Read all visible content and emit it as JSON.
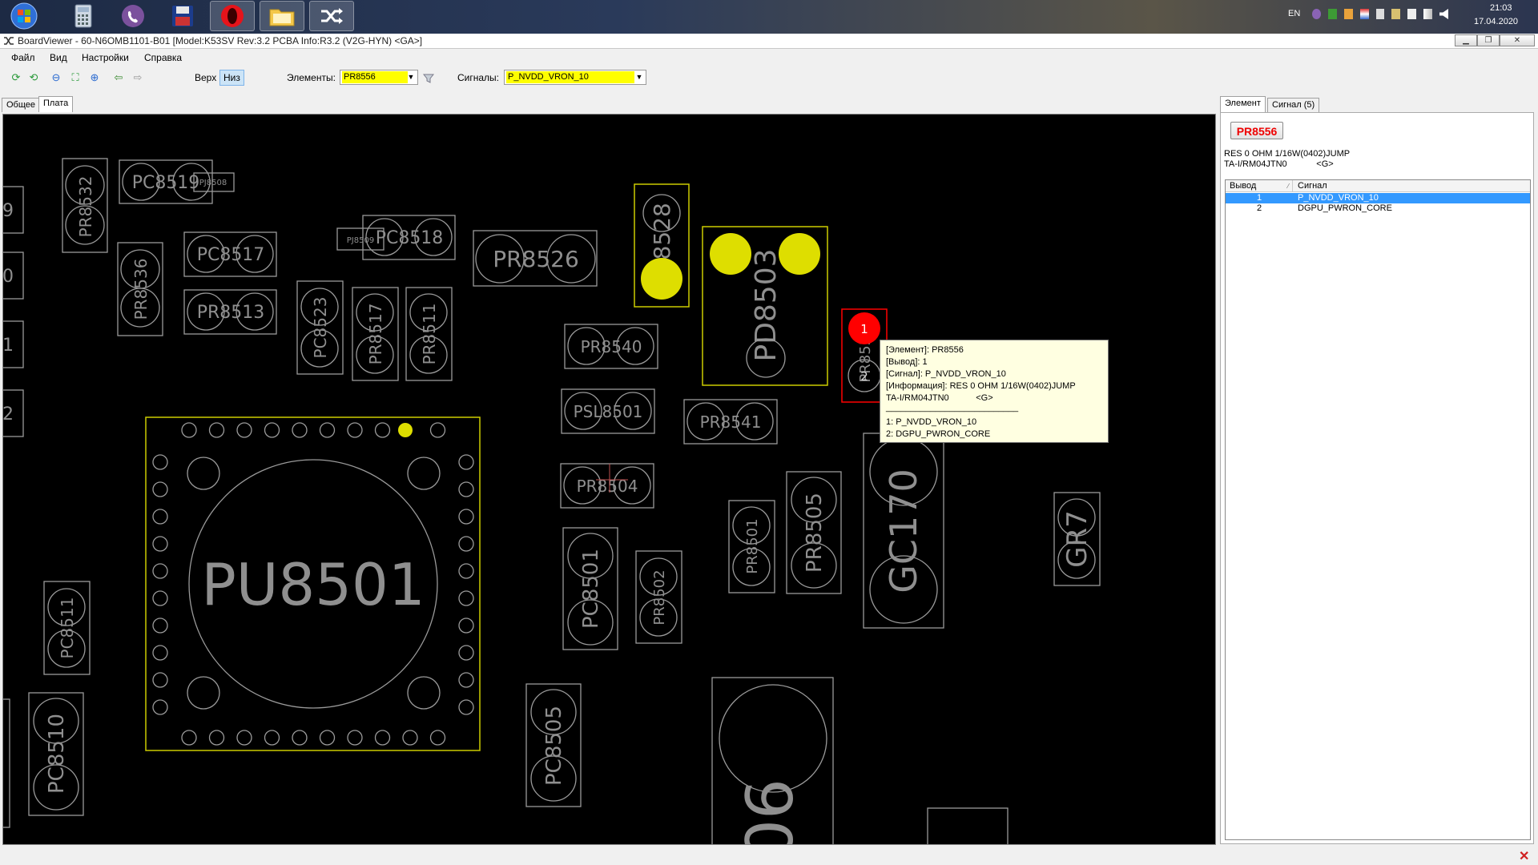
{
  "taskbar": {
    "lang": "EN",
    "time": "21:03",
    "date": "17.04.2020"
  },
  "window": {
    "title": "BoardViewer - 60-N6OMB1101-B01 [Model:K53SV Rev:3.2 PCBA Info:R3.2 (V2G-HYN) <GA>]"
  },
  "menu": {
    "file": "Файл",
    "view": "Вид",
    "settings": "Настройки",
    "help": "Справка"
  },
  "toolbar": {
    "top": "Верх",
    "bottom": "Низ",
    "elements_label": "Элементы:",
    "elements_value": "PR8556",
    "signals_label": "Сигналы:",
    "signals_value": "P_NVDD_VRON_10"
  },
  "tabs": {
    "general": "Общее",
    "board": "Плата",
    "element": "Элемент",
    "signal": "Сигнал (5)"
  },
  "board": {
    "components": [
      {
        "label": "PU8501"
      },
      {
        "label": "PC8519"
      },
      {
        "label": "PR8532"
      },
      {
        "label": "PC8517"
      },
      {
        "label": "PR8513"
      },
      {
        "label": "PR8536"
      },
      {
        "label": "PC8518"
      },
      {
        "label": "PC8523"
      },
      {
        "label": "PR8517"
      },
      {
        "label": "PR8511"
      },
      {
        "label": "PR8526"
      },
      {
        "label": "PC8528"
      },
      {
        "label": "PD8503"
      },
      {
        "label": "PR8556"
      },
      {
        "label": "PR8540"
      },
      {
        "label": "PSL8501"
      },
      {
        "label": "PR8541"
      },
      {
        "label": "PR8504"
      },
      {
        "label": "PC8501"
      },
      {
        "label": "PR8502"
      },
      {
        "label": "PR8501"
      },
      {
        "label": "PR8505"
      },
      {
        "label": "GC170"
      },
      {
        "label": "GR7"
      },
      {
        "label": "PC8511"
      },
      {
        "label": "PC8510"
      },
      {
        "label": "PC8505"
      },
      {
        "label": "06"
      },
      {
        "label": "PJ8508"
      },
      {
        "label": "PJ8509"
      },
      {
        "label": "9"
      },
      {
        "label": "0"
      },
      {
        "label": "1"
      },
      {
        "label": "2"
      }
    ],
    "pin_label_1": "1",
    "pin_label_2": "2"
  },
  "tooltip": {
    "element": "[Элемент]: PR8556",
    "pin": "[Вывод]: 1",
    "signal": "[Сигнал]: P_NVDD_VRON_10",
    "info1": "[Информация]: RES 0 OHM 1/16W(0402)JUMP",
    "info2": "TA-I/RM04JTN0           <G>",
    "divider": "___________________________",
    "pin1": "1: P_NVDD_VRON_10",
    "pin2": "2: DGPU_PWRON_CORE"
  },
  "panel": {
    "element_name": "PR8556",
    "desc1": "RES 0 OHM 1/16W(0402)JUMP",
    "desc2": "TA-I/RM04JTN0            <G>",
    "col_pin": "Вывод",
    "col_signal": "Сигнал",
    "rows": [
      {
        "pin": "1",
        "signal": "P_NVDD_VRON_10"
      },
      {
        "pin": "2",
        "signal": "DGPU_PWRON_CORE"
      }
    ]
  },
  "colors": {
    "board_bg": "#000000",
    "outline": "#9a9a9a",
    "highlight": "#dede00",
    "selected": "#ff0000",
    "row_select": "#3399ff"
  }
}
